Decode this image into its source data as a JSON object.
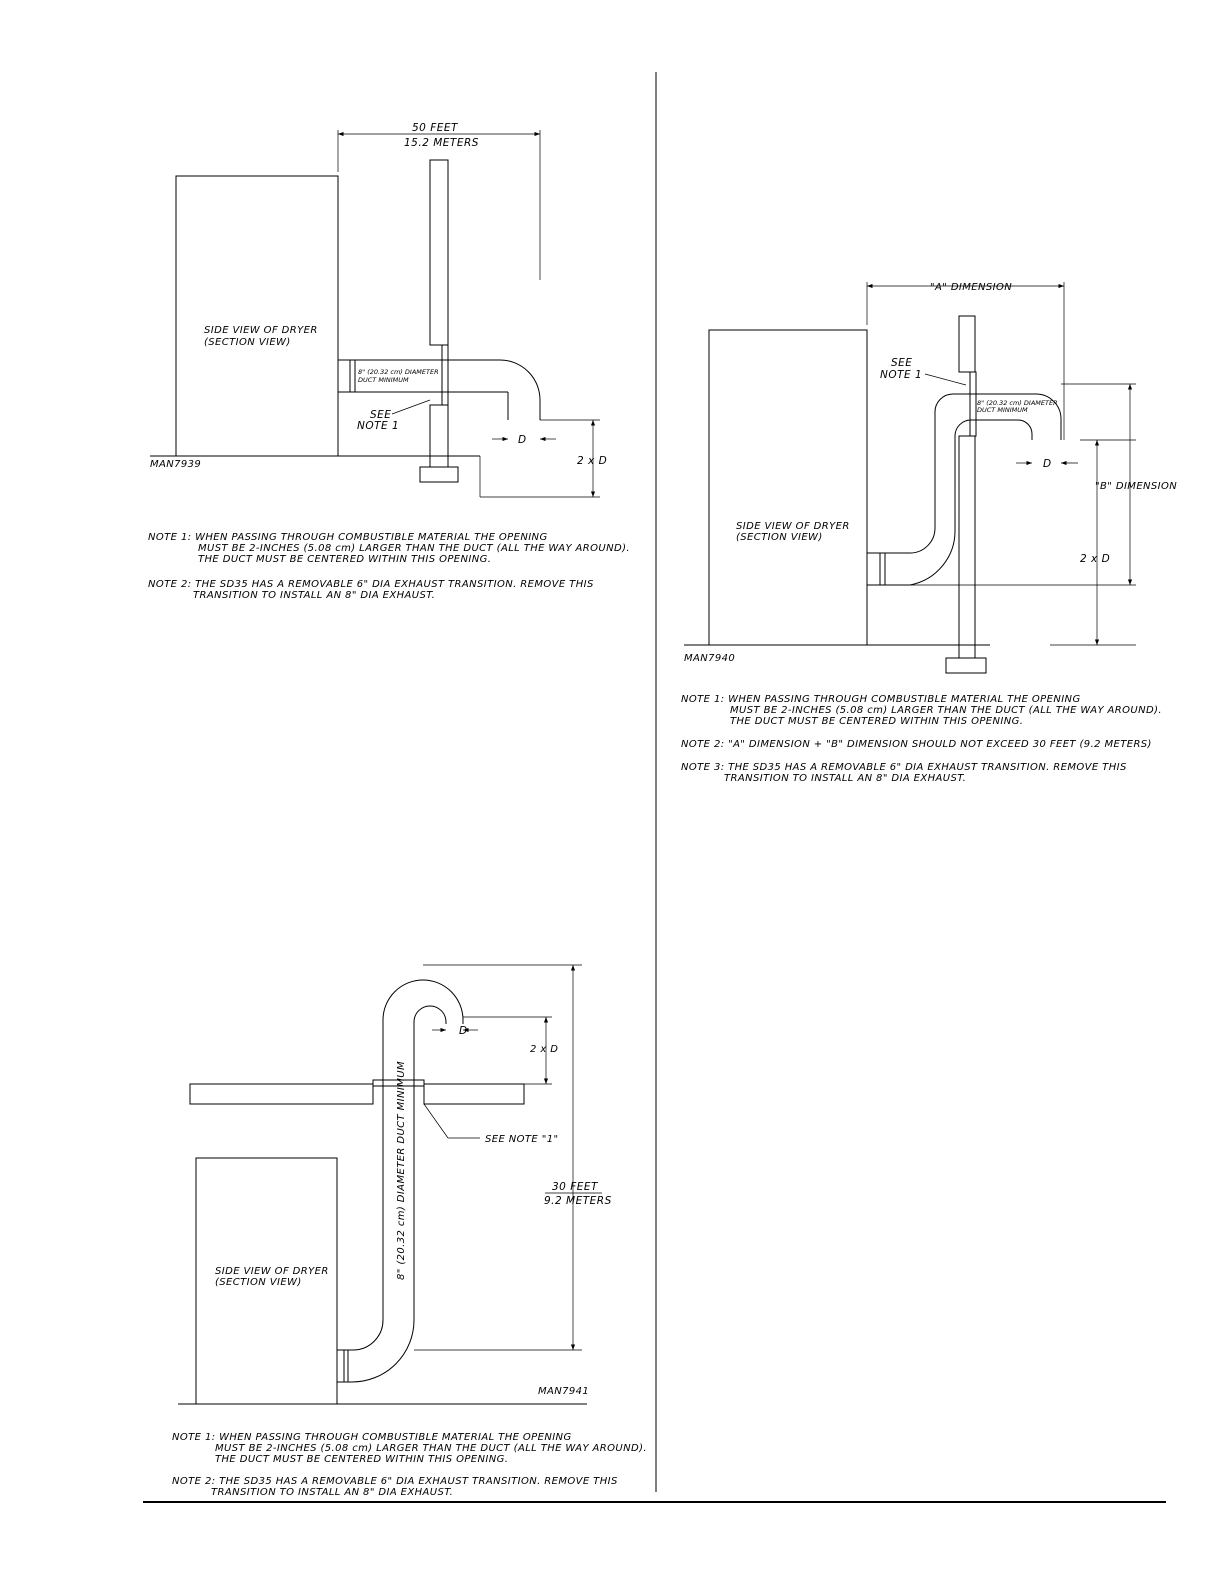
{
  "diagram1": {
    "dim_top_1": "50 FEET",
    "dim_top_2": "15.2 METERS",
    "dryer_label_1": "SIDE VIEW OF DRYER",
    "dryer_label_2": "(SECTION VIEW)",
    "duct_label_1": "8\" (20.32 cm) DIAMETER",
    "duct_label_2": "DUCT MINIMUM",
    "see_note_1": "SEE",
    "see_note_2": "NOTE 1",
    "dim_d": "D",
    "dim_2xd": "2 x D",
    "drawing_id": "MAN7939",
    "notes": [
      "NOTE 1: WHEN PASSING THROUGH COMBUSTIBLE MATERIAL THE OPENING",
      "MUST BE 2-INCHES (5.08 cm) LARGER THAN THE DUCT (ALL THE WAY AROUND).",
      "THE DUCT MUST BE CENTERED WITHIN THIS OPENING.",
      "NOTE 2: THE SD35 HAS A REMOVABLE 6\" DIA EXHAUST TRANSITION. REMOVE THIS",
      "TRANSITION TO INSTALL AN 8\" DIA EXHAUST."
    ]
  },
  "diagram2": {
    "dim_a": "\"A\" DIMENSION",
    "dim_b": "\"B\" DIMENSION",
    "see_note_1": "SEE",
    "see_note_2": "NOTE 1",
    "duct_label_1": "8\" (20.32 cm) DIAMETER",
    "duct_label_2": "DUCT MINIMUM",
    "dim_d": "D",
    "dim_2xd": "2 x D",
    "dryer_label_1": "SIDE VIEW OF DRYER",
    "dryer_label_2": "(SECTION VIEW)",
    "drawing_id": "MAN7940",
    "notes": [
      "NOTE 1: WHEN PASSING THROUGH COMBUSTIBLE MATERIAL THE OPENING",
      "MUST BE 2-INCHES (5.08 cm) LARGER THAN THE DUCT (ALL THE WAY AROUND).",
      "THE DUCT MUST BE CENTERED WITHIN THIS OPENING.",
      "NOTE 2: \"A\" DIMENSION + \"B\" DIMENSION SHOULD NOT EXCEED 30 FEET (9.2 METERS)",
      "NOTE 3: THE SD35 HAS A REMOVABLE 6\" DIA EXHAUST TRANSITION. REMOVE THIS",
      "TRANSITION TO INSTALL AN 8\" DIA EXHAUST."
    ]
  },
  "diagram3": {
    "dim_d": "D",
    "dim_2xd": "2 x D",
    "see_note": "SEE NOTE \"1\"",
    "duct_vertical": "8\" (20.32 cm) DIAMETER DUCT MINIMUM",
    "dim_1": "30 FEET",
    "dim_2": "9.2 METERS",
    "dryer_label_1": "SIDE VIEW OF DRYER",
    "dryer_label_2": "(SECTION VIEW)",
    "drawing_id": "MAN7941",
    "notes": [
      "NOTE 1: WHEN PASSING THROUGH COMBUSTIBLE MATERIAL THE OPENING",
      "MUST BE 2-INCHES (5.08 cm) LARGER THAN THE DUCT (ALL THE WAY AROUND).",
      "THE DUCT MUST BE CENTERED WITHIN THIS OPENING.",
      "NOTE 2: THE SD35 HAS A REMOVABLE 6\" DIA EXHAUST TRANSITION. REMOVE THIS",
      "TRANSITION TO INSTALL AN 8\" DIA EXHAUST."
    ]
  }
}
